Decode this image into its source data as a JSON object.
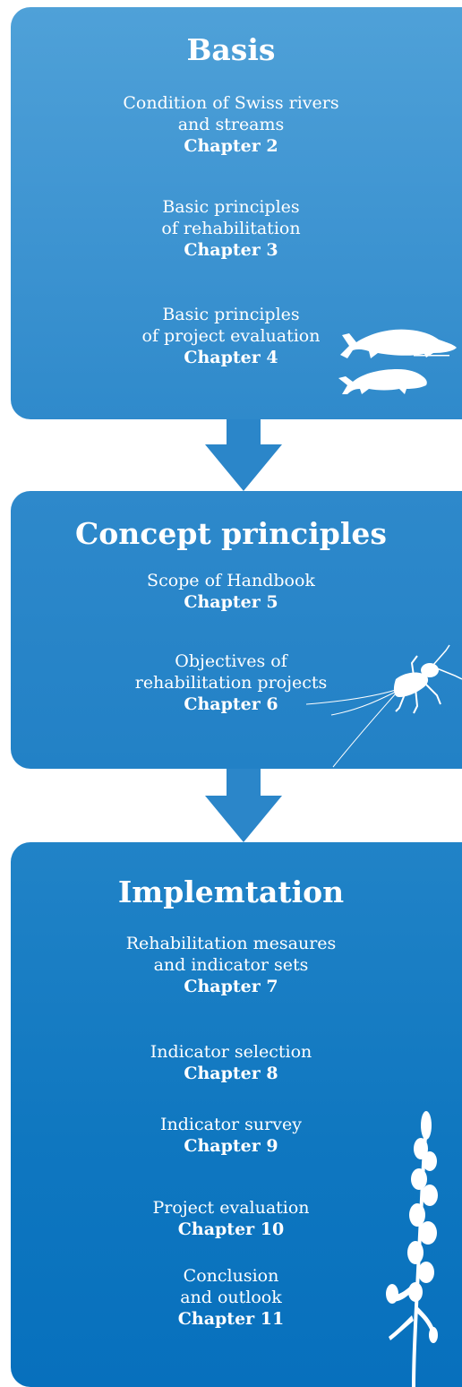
{
  "colors": {
    "panel_light": "#4fa1d8",
    "panel_mid": "#2281c6",
    "panel_dark": "#0770bd",
    "arrow": "#2b86c9",
    "text": "#ffffff"
  },
  "sections": [
    {
      "title": "Basis",
      "items": [
        {
          "lines": [
            "Condition of Swiss rivers",
            "and streams"
          ],
          "chapter": "Chapter 2"
        },
        {
          "lines": [
            "Basic principles",
            "of rehabilitation"
          ],
          "chapter": "Chapter 3"
        },
        {
          "lines": [
            "Basic principles",
            "of project evaluation"
          ],
          "chapter": "Chapter 4"
        }
      ],
      "illustration": "fish-silhouette-icon"
    },
    {
      "title": "Concept principles",
      "items": [
        {
          "lines": [
            "Scope of Handbook"
          ],
          "chapter": "Chapter 5"
        },
        {
          "lines": [
            "Objectives of",
            "rehabilitation projects"
          ],
          "chapter": "Chapter 6"
        }
      ],
      "illustration": "mayfly-larva-silhouette-icon"
    },
    {
      "title": "Implemtation",
      "items": [
        {
          "lines": [
            "Rehabilitation mesaures",
            "and indicator sets"
          ],
          "chapter": "Chapter 7"
        },
        {
          "lines": [
            "Indicator selection"
          ],
          "chapter": "Chapter 8"
        },
        {
          "lines": [
            "Indicator survey"
          ],
          "chapter": "Chapter 9"
        },
        {
          "lines": [
            "Project evaluation"
          ],
          "chapter": "Chapter 10"
        },
        {
          "lines": [
            "Conclusion",
            "and outlook"
          ],
          "chapter": "Chapter 11"
        }
      ],
      "illustration": "plant-silhouette-icon"
    }
  ]
}
